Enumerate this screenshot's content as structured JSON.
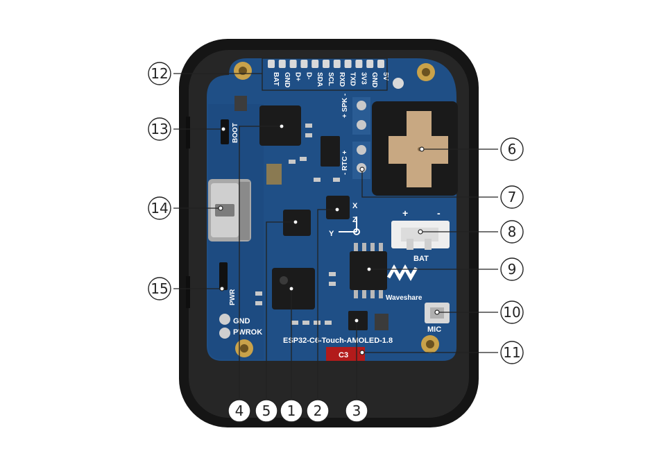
{
  "colors": {
    "pcb": "#1f4f86",
    "pcb_dark": "#143a66",
    "case": "#1a1a1a",
    "gold": "#c9a24a",
    "chip": "#1b1b1b",
    "silk": "#ffffff",
    "line": "#222222"
  },
  "board": {
    "name": "ESP32-C6-Touch-AMOLED-1.8",
    "brand": "Waveshare",
    "pin_labels_top": [
      "5V",
      "GND",
      "3V3",
      "TXD",
      "RXD",
      "SCL",
      "SDA",
      "D-",
      "D+",
      "GND",
      "BAT"
    ],
    "labels": {
      "spk": "+ SPK -",
      "rtc": "- RTC +",
      "boot": "BOOT",
      "pwr": "PWR",
      "gnd": "GND",
      "pwrok": "PWROK",
      "bat": "BAT",
      "bat_plus": "+",
      "bat_minus": "-",
      "mic": "MIC",
      "axis_x": "X",
      "axis_y": "Y",
      "axis_z": "Z",
      "c3": "C3"
    }
  },
  "callouts": [
    "1",
    "2",
    "3",
    "4",
    "5",
    "6",
    "7",
    "8",
    "9",
    "10",
    "11",
    "12",
    "13",
    "14",
    "15"
  ]
}
